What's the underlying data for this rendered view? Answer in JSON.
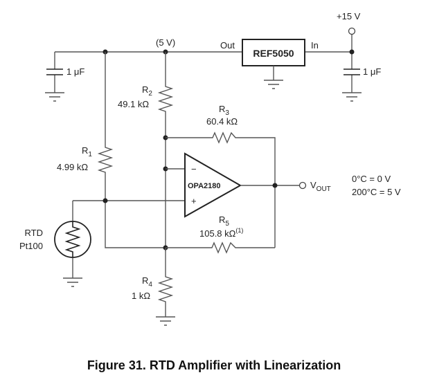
{
  "figure": {
    "caption": "Figure 31.  RTD Amplifier with Linearization"
  },
  "supply": {
    "vin_label": "+15 V",
    "ref_node_label": "(5 V)"
  },
  "regulator": {
    "name": "REF5050",
    "out_label": "Out",
    "in_label": "In"
  },
  "capacitors": {
    "c_left": "1 μF",
    "c_right": "1 μF"
  },
  "resistors": {
    "r1": {
      "name": "R",
      "sub": "1",
      "value": "4.99 kΩ"
    },
    "r2": {
      "name": "R",
      "sub": "2",
      "value": "49.1 kΩ"
    },
    "r3": {
      "name": "R",
      "sub": "3",
      "value": "60.4 kΩ"
    },
    "r4": {
      "name": "R",
      "sub": "4",
      "value": "1 kΩ"
    },
    "r5": {
      "name": "R",
      "sub": "5",
      "value": "105.8 kΩ",
      "note": "(1)"
    }
  },
  "rtd": {
    "line1": "RTD",
    "line2": "Pt100"
  },
  "opamp": {
    "name": "OPA2180",
    "minus": "−",
    "plus": "+"
  },
  "output": {
    "name": "V",
    "sub": "OUT",
    "spec_line1": "0°C = 0 V",
    "spec_line2": "200°C = 5 V"
  }
}
